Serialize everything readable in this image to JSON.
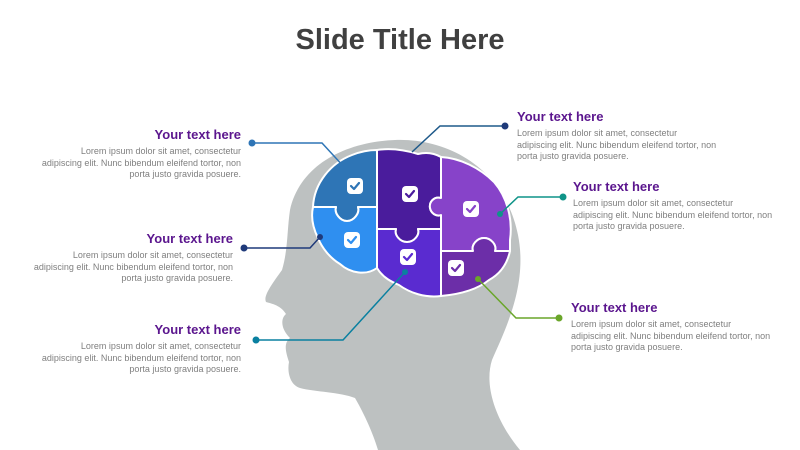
{
  "slide": {
    "title": "Slide Title Here"
  },
  "items": [
    {
      "heading": "Your text here",
      "body": "Lorem ipsum dolor sit amet, consectetur adipiscing elit. Nunc bibendum eleifend tortor, non porta justo gravida posuere."
    },
    {
      "heading": "Your text here",
      "body": "Lorem ipsum dolor sit amet, consectetur adipiscing elit. Nunc bibendum eleifend tortor, non porta justo gravida posuere."
    },
    {
      "heading": "Your text here",
      "body": "Lorem ipsum dolor sit amet, consectetur adipiscing elit. Nunc bibendum eleifend tortor, non porta justo gravida posuere."
    },
    {
      "heading": "Your text here",
      "body": "Lorem ipsum dolor sit amet, consectetur adipiscing elit. Nunc bibendum eleifend tortor, non porta justo gravida posuere."
    },
    {
      "heading": "Your text here",
      "body": "Lorem ipsum dolor sit amet, consectetur adipiscing elit. Nunc bibendum eleifend tortor, non porta justo gravida posuere."
    },
    {
      "heading": "Your text here",
      "body": "Lorem ipsum dolor sit amet, consectetur adipiscing elit. Nunc bibendum eleifend tortor, non porta justo gravida posuere."
    }
  ],
  "colors": {
    "title": "#404040",
    "heading": "#5b168e",
    "body": "#7f7f7f",
    "head_silhouette": "#bdc1c1",
    "piece_top_left": "#2e75b6",
    "piece_left": "#2f8ff0",
    "piece_top_center": "#4a1c9c",
    "piece_center": "#5a2bd0",
    "piece_right": "#8743c9",
    "piece_bottom_right": "#6c2ea8",
    "connector_blue": "#2e75b6",
    "connector_navy": "#1f3a7a",
    "connector_teal": "#0a80a0",
    "connector_green_teal": "#0f9488",
    "connector_green": "#6aa62a"
  },
  "icons": [
    "check-badge-icon",
    "connector-dot-icon",
    "head-silhouette",
    "brain-puzzle"
  ]
}
